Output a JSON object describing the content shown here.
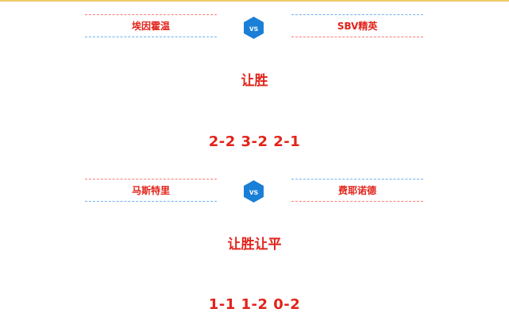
{
  "matches": [
    {
      "home_team": "埃因霍温",
      "away_team": "SBV精英",
      "vs_label": "vs",
      "pick": "让胜",
      "scores": "2-2 3-2 2-1"
    },
    {
      "home_team": "马斯特里",
      "away_team": "费耶诺德",
      "vs_label": "vs",
      "pick": "让胜让平",
      "scores": "1-1 1-2 0-2"
    }
  ],
  "colors": {
    "accent_red": "#e2231a",
    "vs_badge_blue": "#1a7fd6",
    "divider_red": "#ff7b7b",
    "divider_blue": "#6fb3f0",
    "top_rule": "#f0c96a"
  },
  "icons": {
    "vs_badge": "hexagon-vs-icon"
  }
}
